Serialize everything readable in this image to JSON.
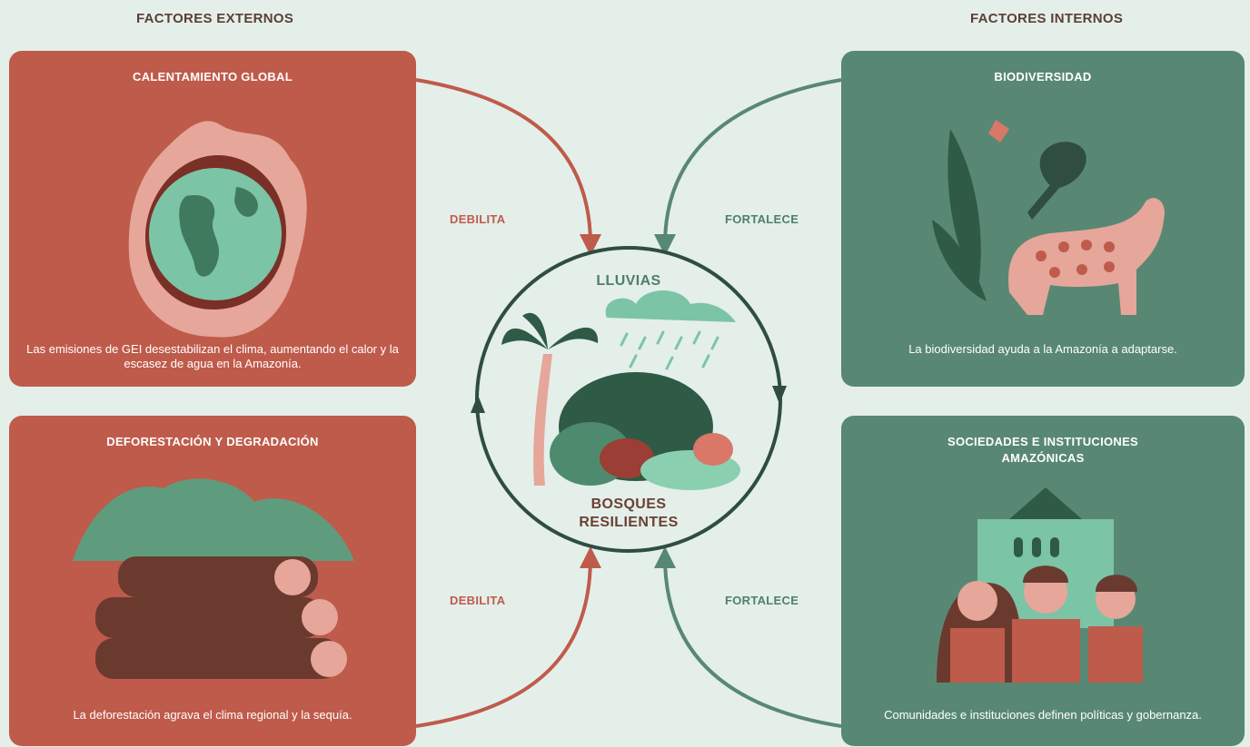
{
  "columns": {
    "external": "FACTORES EXTERNOS",
    "internal": "FACTORES INTERNOS"
  },
  "cards": {
    "global_warming": {
      "title": "CALENTAMIENTO GLOBAL",
      "description": "Las emisiones de GEI desestabilizan el clima, aumentando el calor y la escasez de agua en la Amazonía."
    },
    "deforestation": {
      "title": "DEFORESTACIÓN Y DEGRADACIÓN",
      "description": "La deforestación agrava el clima regional y la sequía."
    },
    "biodiversity": {
      "title": "BIODIVERSIDAD",
      "description": "La biodiversidad ayuda a la Amazonía a adaptarse."
    },
    "societies": {
      "title": "SOCIEDADES E INSTITUCIONES AMAZÓNICAS",
      "description": "Comunidades e instituciones definen políticas y gobernanza."
    }
  },
  "links": {
    "weakens_top": "DEBILITA",
    "weakens_bottom": "DEBILITA",
    "strengthens_top": "FORTALECE",
    "strengthens_bottom": "FORTALECE"
  },
  "center": {
    "top_label": "LLUVIAS",
    "bottom_label": "BOSQUES RESILIENTES"
  },
  "colors": {
    "background": "#e4efea",
    "external_red": "#bf5b4b",
    "internal_green": "#588874",
    "center_ring": "#2f4d40",
    "title_brown": "#5b3f35"
  }
}
